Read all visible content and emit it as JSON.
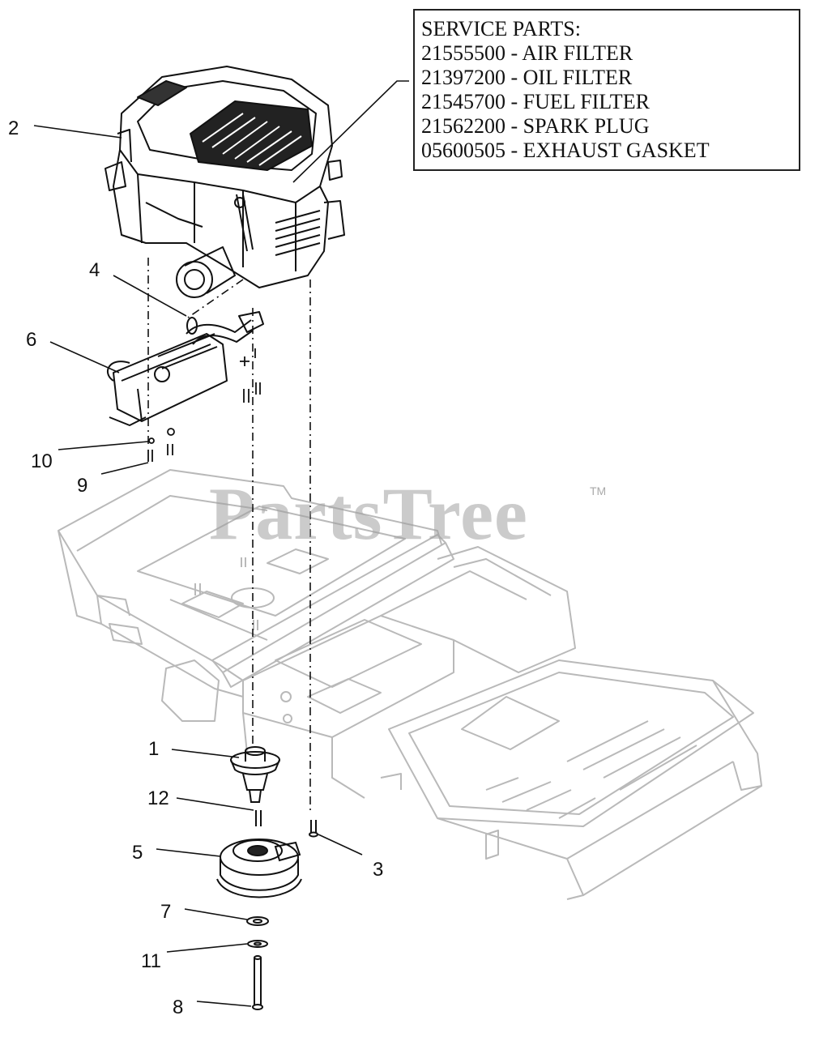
{
  "service_parts": {
    "heading": "SERVICE PARTS:",
    "items": [
      "21555500 - AIR FILTER",
      "21397200 - OIL FILTER",
      "21545700 - FUEL FILTER",
      "21562200 - SPARK PLUG",
      "05600505 - EXHAUST GASKET"
    ]
  },
  "callouts": [
    "1",
    "2",
    "3",
    "4",
    "5",
    "6",
    "7",
    "8",
    "9",
    "10",
    "11",
    "12"
  ],
  "watermark": {
    "text": "PartsTree",
    "tm": "TM"
  },
  "colors": {
    "line": "#111111",
    "frame": "#b9b9b9",
    "watermark": "#a0a0a0"
  }
}
